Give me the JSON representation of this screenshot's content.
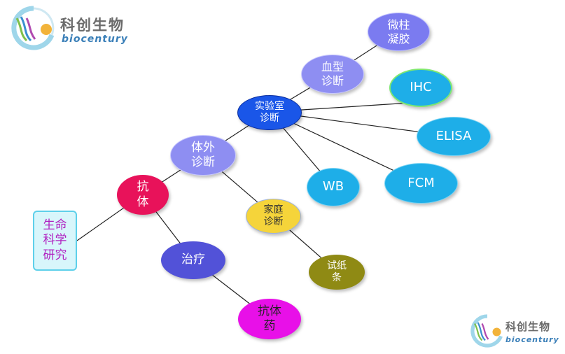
{
  "logo": {
    "cn": "科创生物",
    "en": "biocentury"
  },
  "nodes": {
    "life_science": "生命\n科学\n研究",
    "antibody": "抗\n体",
    "in_vitro": "体外\n诊断",
    "therapy": "治疗",
    "antibody_drug": "抗体\n药",
    "lab_diag": "实验室\n诊断",
    "home_diag": "家庭\n诊断",
    "test_strip": "试纸\n条",
    "blood_type": "血型\n诊断",
    "microcolumn": "微柱\n凝胶",
    "ihc": "IHC",
    "elisa": "ELISA",
    "fcm": "FCM",
    "wb": "WB"
  },
  "colors": {
    "purple": "#7b7bf0",
    "dark_purple": "#5252d8",
    "blue": "#1a56e8",
    "cyan": "#1eaee8",
    "crimson": "#e8125a",
    "magenta": "#e810e8",
    "yellow": "#f5d43a",
    "olive": "#8f8a14"
  }
}
